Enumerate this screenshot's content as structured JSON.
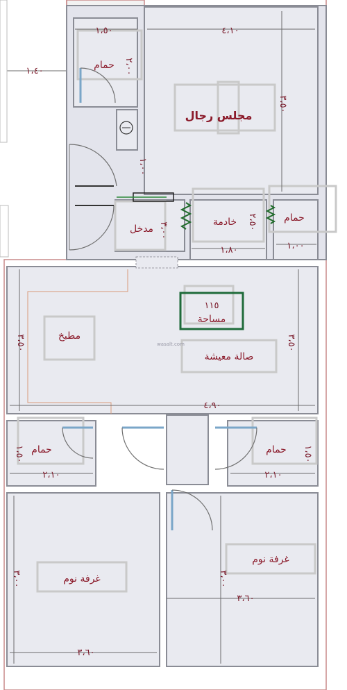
{
  "rooms": {
    "majlis": "مجلس رجال",
    "bath_top": "حمام",
    "entrance": "مدخل",
    "maid": "خادمة",
    "bath_right": "حمام",
    "kitchen": "مطبخ",
    "living": "صالة معيشة",
    "bath_mid_left": "حمام",
    "bath_mid_right": "حمام",
    "bed_left": "غرفة نوم",
    "bed_right": "غرفة نوم"
  },
  "area": {
    "value": "١١٥",
    "label": "مساحة"
  },
  "dims": {
    "d_1_40": "١،٤٠",
    "d_1_50": "١،٥٠",
    "d_2_00": "٢،٠٠",
    "d_4_10": "٤،١٠",
    "d_3_50_top": "٣،٥٠",
    "d_2_50_r": "٢،٥٠",
    "d_1_00": "١،٠٠",
    "d_3_00_entry": "٣،٠٠",
    "d_1_80": "١،٨٠",
    "d_1_00_b": "١،٠٠",
    "d_3_50_left": "٣،٥٠",
    "d_3_50_right": "٣،٥٠",
    "d_4_90": "٤،٩٠",
    "d_1_50_l": "١،٥٠",
    "d_2_10_l": "٢،١٠",
    "d_2_10_r": "٢،١٠",
    "d_1_50_r": "١،٥٠",
    "d_3_60_l": "٣،٦٠",
    "d_3_60_r": "٣،٦٠",
    "d_3_00_l": "٣،٠٠",
    "d_3_00_r": "٣،٠٠"
  },
  "watermark": "wasalt.com",
  "icon": "water-heater-icon"
}
